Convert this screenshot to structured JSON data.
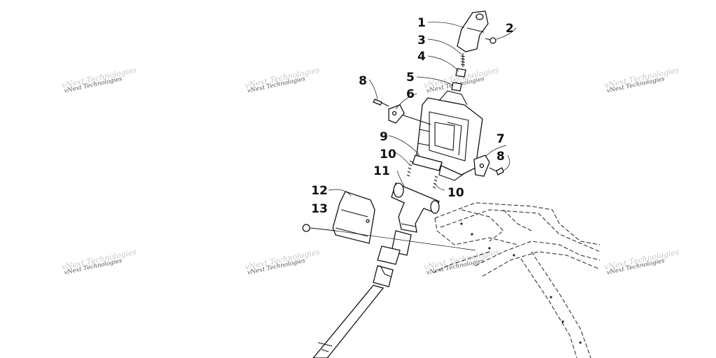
{
  "diagram": {
    "callouts": [
      {
        "id": "c1",
        "label": "1"
      },
      {
        "id": "c2",
        "label": "2"
      },
      {
        "id": "c3",
        "label": "3"
      },
      {
        "id": "c4",
        "label": "4"
      },
      {
        "id": "c5",
        "label": "5"
      },
      {
        "id": "c6",
        "label": "6"
      },
      {
        "id": "c7",
        "label": "7"
      },
      {
        "id": "c8a",
        "label": "8"
      },
      {
        "id": "c8b",
        "label": "8"
      },
      {
        "id": "c9",
        "label": "9"
      },
      {
        "id": "c10a",
        "label": "10"
      },
      {
        "id": "c10b",
        "label": "10"
      },
      {
        "id": "c11",
        "label": "11"
      },
      {
        "id": "c12",
        "label": "12"
      },
      {
        "id": "c13",
        "label": "13"
      }
    ],
    "watermark": "vNext Technologies"
  }
}
